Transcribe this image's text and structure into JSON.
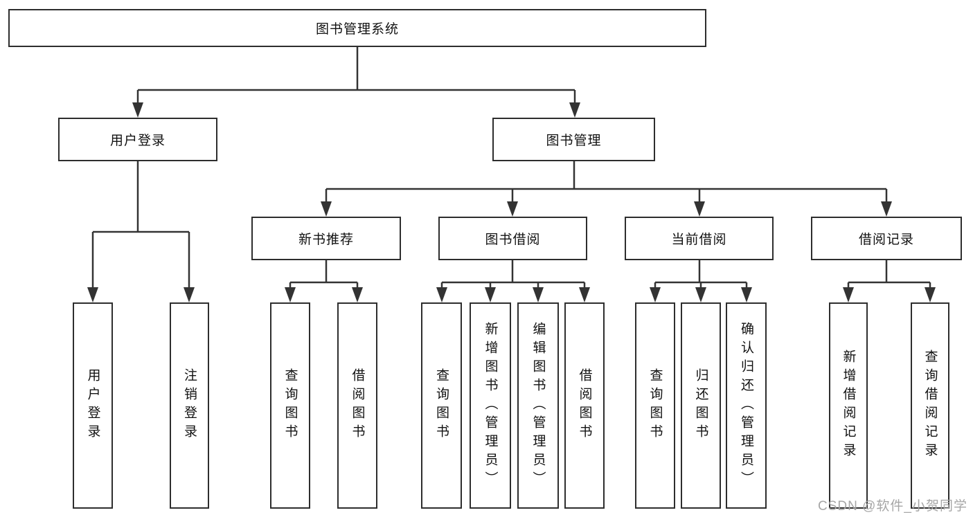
{
  "colors": {
    "line": "#333333",
    "node_border": "#2d2d2d",
    "node_text": "#111111",
    "watermark_text": "#a6a6a6",
    "background": "#ffffff"
  },
  "nodes": {
    "root": "图书管理系统",
    "user_login": "用户登录",
    "book_mgmt": "图书管理",
    "new_book_rec": "新书推荐",
    "book_borrow": "图书借阅",
    "current_borrow": "当前借阅",
    "borrow_records": "借阅记录",
    "leaf_user_login": "用户登录",
    "leaf_logout": "注销登录",
    "leaf_nbr_query": "查询图书",
    "leaf_nbr_borrow": "借阅图书",
    "leaf_bb_query": "查询图书",
    "leaf_bb_add": "新增图书（管理员）",
    "leaf_bb_edit": "编辑图书（管理员）",
    "leaf_bb_borrow": "借阅图书",
    "leaf_cb_query": "查询图书",
    "leaf_cb_return": "归还图书",
    "leaf_cb_confirm": "确认归还（管理员）",
    "leaf_br_add": "新增借阅记录",
    "leaf_br_query": "查询借阅记录"
  },
  "hierarchy": {
    "图书管理系统": {
      "用户登录": [
        "用户登录",
        "注销登录"
      ],
      "图书管理": {
        "新书推荐": [
          "查询图书",
          "借阅图书"
        ],
        "图书借阅": [
          "查询图书",
          "新增图书（管理员）",
          "编辑图书（管理员）",
          "借阅图书"
        ],
        "当前借阅": [
          "查询图书",
          "归还图书",
          "确认归还（管理员）"
        ],
        "借阅记录": [
          "新增借阅记录",
          "查询借阅记录"
        ]
      }
    }
  },
  "watermark": "CSDN @软件_小贺同学"
}
